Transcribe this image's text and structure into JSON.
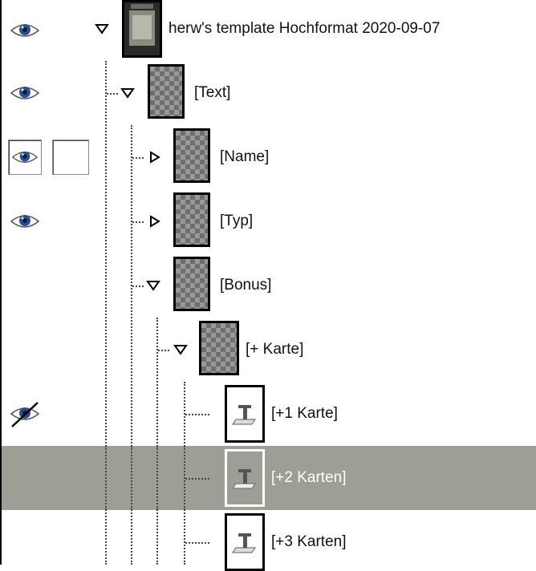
{
  "layers": [
    {
      "label": "herw's template Hochformat 2020-09-07",
      "visible": true,
      "expanded": true,
      "thumb": "image-icon"
    },
    {
      "label": "[Text]",
      "visible": true,
      "expanded": true,
      "thumb": "group-icon"
    },
    {
      "label": "[Name]",
      "visible": true,
      "expanded": false,
      "thumb": "group-icon"
    },
    {
      "label": "[Typ]",
      "visible": true,
      "expanded": false,
      "thumb": "group-icon"
    },
    {
      "label": "[Bonus]",
      "visible": false,
      "expanded": true,
      "thumb": "group-icon"
    },
    {
      "label": "[+ Karte]",
      "visible": false,
      "expanded": true,
      "thumb": "group-icon"
    },
    {
      "label": "[+1 Karte]",
      "visible": "hidden",
      "thumb": "text-layer-icon"
    },
    {
      "label": "[+2 Karten]",
      "visible": false,
      "selected": true,
      "thumb": "text-layer-icon"
    },
    {
      "label": "[+3 Karten]",
      "visible": false,
      "thumb": "text-layer-icon"
    }
  ],
  "colors": {
    "selected_row": "#9e9d96",
    "eye_iris": "#2d4f8f"
  }
}
